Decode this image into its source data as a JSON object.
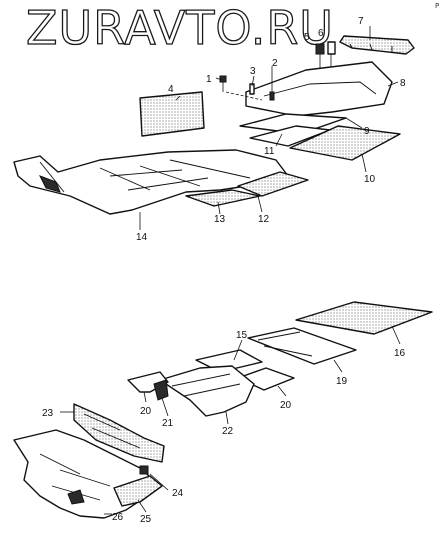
{
  "watermark": "ZURAVTO.RU",
  "corner_mark": "P",
  "callouts": [
    "1",
    "2",
    "3",
    "4",
    "5",
    "6",
    "7",
    "8",
    "9",
    "10",
    "11",
    "12",
    "13",
    "14",
    "15",
    "16",
    "19",
    "20",
    "20",
    "21",
    "22",
    "23",
    "24",
    "25",
    "26"
  ]
}
